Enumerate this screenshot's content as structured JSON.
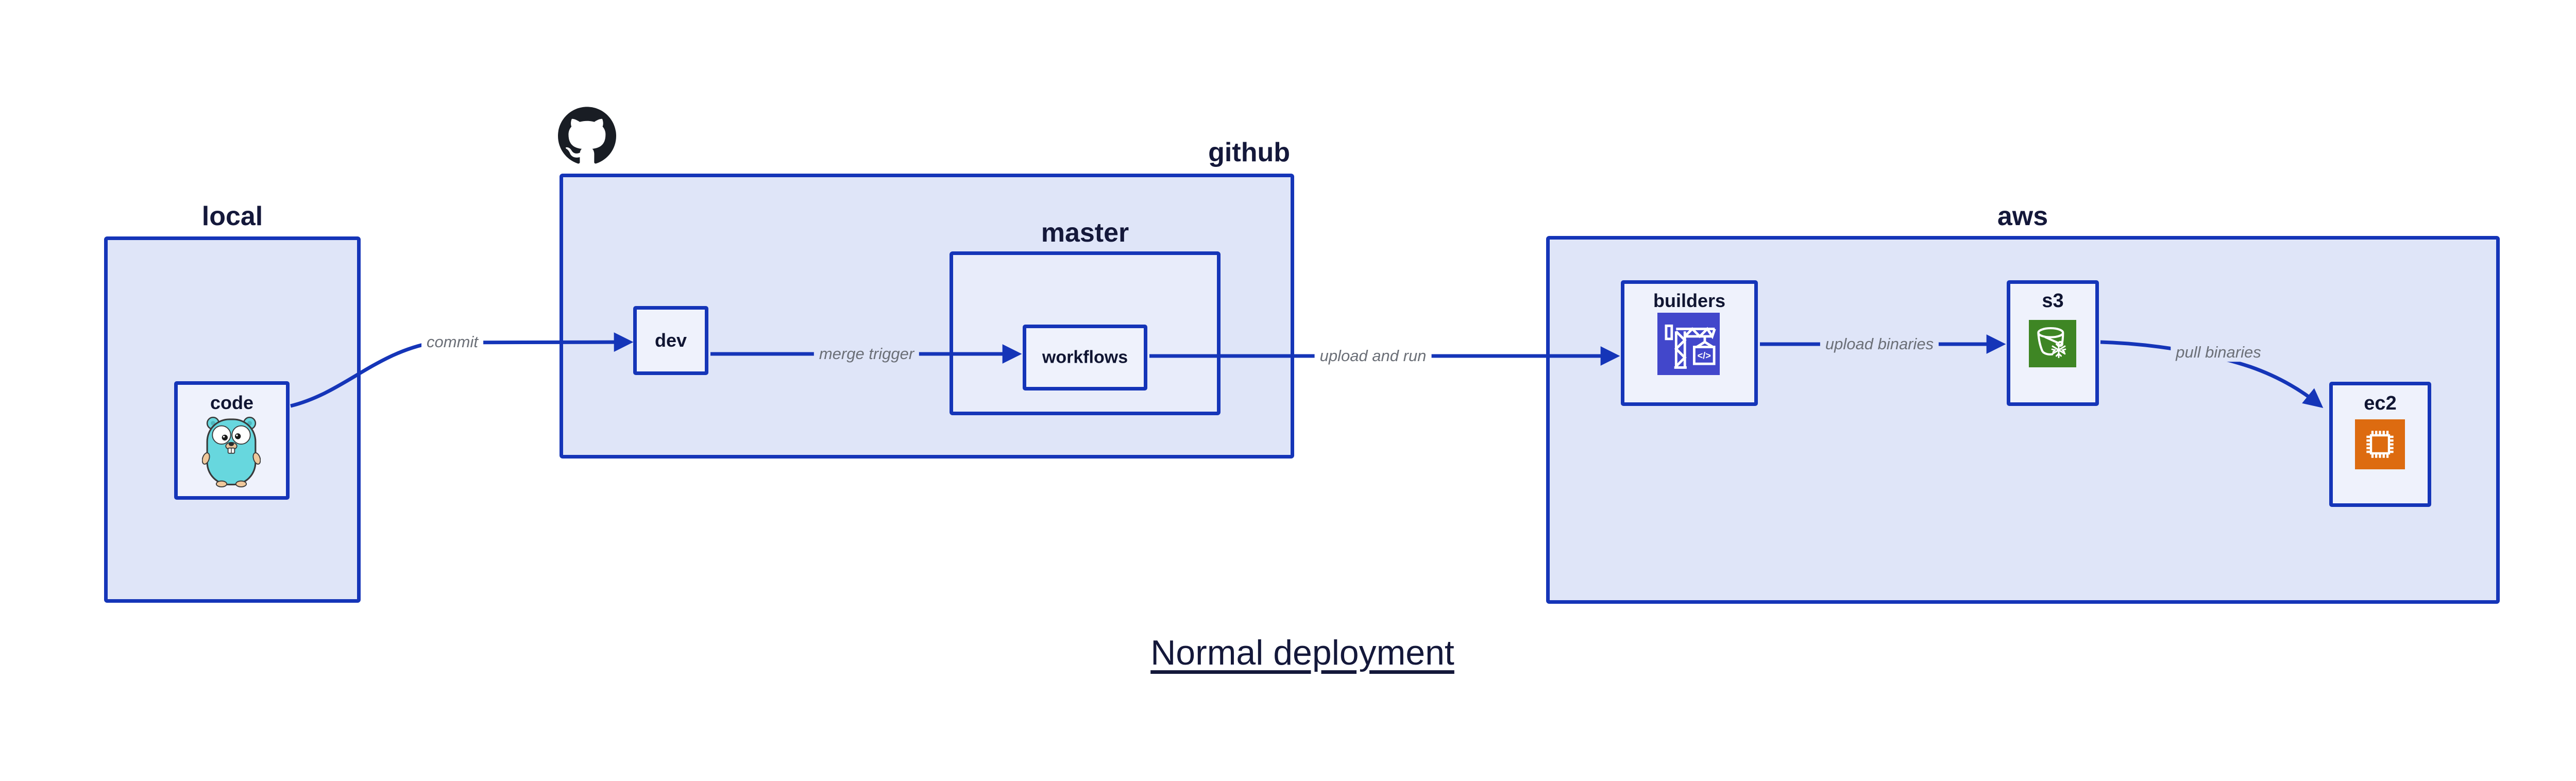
{
  "title": {
    "text": "Normal deployment"
  },
  "containers": {
    "local": {
      "label": "local"
    },
    "github": {
      "label": "github",
      "logo_icon": "github-octocat"
    },
    "master": {
      "label": "master"
    },
    "aws": {
      "label": "aws"
    }
  },
  "nodes": {
    "code": {
      "label": "code",
      "icon": "go-gopher"
    },
    "dev": {
      "label": "dev"
    },
    "workflows": {
      "label": "workflows"
    },
    "builders": {
      "label": "builders",
      "icon": "aws-codebuild-crane",
      "icon_glyph": "</>"
    },
    "s3": {
      "label": "s3",
      "icon": "aws-s3-glacier-bucket-snowflake"
    },
    "ec2": {
      "label": "ec2",
      "icon": "aws-ec2-chip"
    }
  },
  "edges": {
    "commit": {
      "label": "commit",
      "from": "code",
      "to": "dev"
    },
    "merge_trigger": {
      "label": "merge trigger",
      "from": "dev",
      "to": "workflows"
    },
    "upload_and_run": {
      "label": "upload and run",
      "from": "workflows",
      "to": "builders"
    },
    "upload_binaries": {
      "label": "upload binaries",
      "from": "builders",
      "to": "s3"
    },
    "pull_binaries": {
      "label": "pull binaries",
      "from": "s3",
      "to": "ec2"
    }
  },
  "colors": {
    "background": "#ffffff",
    "box_border": "#1535b8",
    "container_fill": "#dfe5f8",
    "master_fill": "#e8ecfa",
    "node_fill": "#eff2fc",
    "arrow": "#1535b8",
    "heading_text": "#14183a",
    "node_text": "#101532",
    "edge_label_text": "#6b6f77",
    "github_logo": "#191d24",
    "codebuild_bg": "#4247cb",
    "s3_glacier_bg": "#3e8624",
    "ec2_bg": "#dd6b10",
    "gopher_body": "#67d7de"
  }
}
